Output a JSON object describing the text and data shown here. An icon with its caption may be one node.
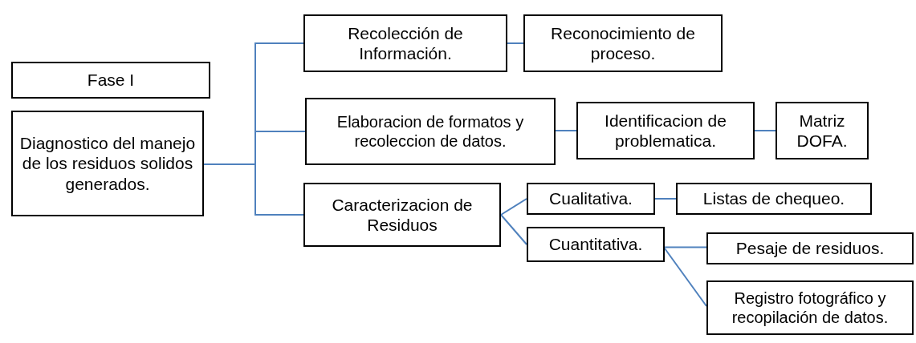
{
  "diagram": {
    "nodes": [
      {
        "text": [
          "Fase I"
        ]
      },
      {
        "text": [
          "Diagnostico del manejo de los residuos solidos generados."
        ]
      },
      {
        "text": [
          "Recolección de Información."
        ]
      },
      {
        "text": [
          "Reconocimiento de proceso."
        ]
      },
      {
        "text": [
          "Elaboracion de formatos y recoleccion de datos."
        ]
      },
      {
        "text": [
          "Identificacion de problematica."
        ]
      },
      {
        "text": [
          "Matriz DOFA."
        ]
      },
      {
        "text": [
          "Caracterizacion de Residuos"
        ]
      },
      {
        "text": [
          "Cualitativa."
        ]
      },
      {
        "text": [
          "Listas de chequeo."
        ]
      },
      {
        "text": [
          "Cuantitativa."
        ]
      },
      {
        "text": [
          "Pesaje de residuos."
        ]
      },
      {
        "text": [
          "Registro fotográfico y recopilación de datos."
        ]
      }
    ],
    "edges": [
      {
        "from": 1,
        "to": 2,
        "arrow": "none"
      },
      {
        "from": 1,
        "to": 4,
        "arrow": "none"
      },
      {
        "from": 1,
        "to": 7,
        "arrow": "none"
      },
      {
        "from": 2,
        "to": 3,
        "arrow": "none"
      },
      {
        "from": 4,
        "to": 5,
        "arrow": "none"
      },
      {
        "from": 5,
        "to": 6,
        "arrow": "none"
      },
      {
        "from": 7,
        "to": 8,
        "arrow": "none"
      },
      {
        "from": 7,
        "to": 10,
        "arrow": "none"
      },
      {
        "from": 8,
        "to": 9,
        "arrow": "none"
      },
      {
        "from": 10,
        "to": 11,
        "arrow": "none"
      },
      {
        "from": 10,
        "to": 12,
        "arrow": "none"
      }
    ]
  }
}
